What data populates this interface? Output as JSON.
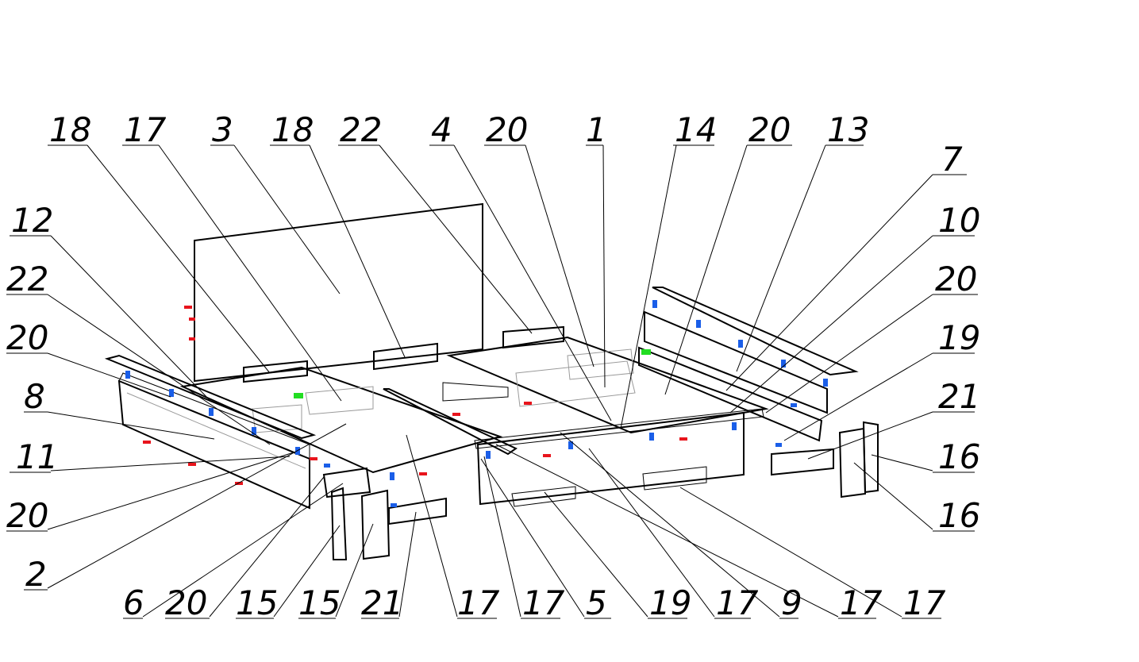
{
  "colors": {
    "line": "#000000",
    "fastener_red": "#e8141c",
    "fastener_blue": "#1a5ee8",
    "fastener_green": "#22dd22"
  },
  "callouts": [
    {
      "id": "c1",
      "label": "18"
    },
    {
      "id": "c2",
      "label": "17"
    },
    {
      "id": "c3",
      "label": "3"
    },
    {
      "id": "c4",
      "label": "18"
    },
    {
      "id": "c5",
      "label": "22"
    },
    {
      "id": "c6",
      "label": "4"
    },
    {
      "id": "c7",
      "label": "20"
    },
    {
      "id": "c8",
      "label": "1"
    },
    {
      "id": "c9",
      "label": "14"
    },
    {
      "id": "c10",
      "label": "20"
    },
    {
      "id": "c11",
      "label": "13"
    },
    {
      "id": "c12",
      "label": "7"
    },
    {
      "id": "c13",
      "label": "12"
    },
    {
      "id": "c14",
      "label": "10"
    },
    {
      "id": "c15",
      "label": "22"
    },
    {
      "id": "c16",
      "label": "20"
    },
    {
      "id": "c17",
      "label": "20"
    },
    {
      "id": "c18",
      "label": "19"
    },
    {
      "id": "c19",
      "label": "8"
    },
    {
      "id": "c20",
      "label": "21"
    },
    {
      "id": "c21",
      "label": "11"
    },
    {
      "id": "c22",
      "label": "16"
    },
    {
      "id": "c23",
      "label": "20"
    },
    {
      "id": "c24",
      "label": "16"
    },
    {
      "id": "c25",
      "label": "2"
    },
    {
      "id": "c26",
      "label": "6"
    },
    {
      "id": "c27",
      "label": "20"
    },
    {
      "id": "c28",
      "label": "15"
    },
    {
      "id": "c29",
      "label": "15"
    },
    {
      "id": "c30",
      "label": "21"
    },
    {
      "id": "c31",
      "label": "17"
    },
    {
      "id": "c32",
      "label": "17"
    },
    {
      "id": "c33",
      "label": "5"
    },
    {
      "id": "c34",
      "label": "19"
    },
    {
      "id": "c35",
      "label": "17"
    },
    {
      "id": "c36",
      "label": "9"
    },
    {
      "id": "c37",
      "label": "17"
    },
    {
      "id": "c38",
      "label": "17"
    }
  ]
}
